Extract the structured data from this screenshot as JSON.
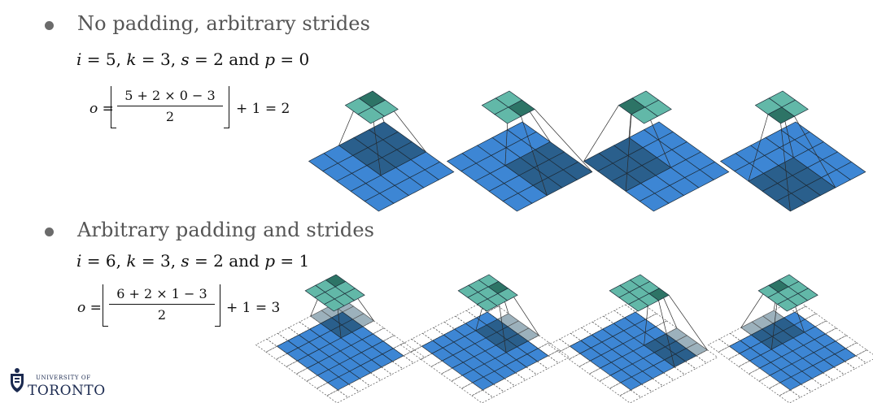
{
  "section1": {
    "heading": "No padding, arbitrary strides",
    "params": {
      "i": "5",
      "k": "3",
      "s": "2",
      "and": "and",
      "p": "0"
    },
    "formula": {
      "lhs": "o =",
      "numerator": "5 + 2 × 0 − 3",
      "denominator": "2",
      "rhs": "+ 1 = 2"
    },
    "diagram": {
      "input_size": 5,
      "kernel": 3,
      "stride": 2,
      "padding": 0,
      "output_size": 2
    }
  },
  "section2": {
    "heading": "Arbitrary padding and strides",
    "params": {
      "i": "6",
      "k": "3",
      "s": "2",
      "and": "and",
      "p": "1"
    },
    "formula": {
      "lhs": "o =",
      "numerator": "6 + 2 × 1 − 3",
      "denominator": "2",
      "rhs": "+ 1 = 3"
    },
    "diagram": {
      "input_size": 6,
      "kernel": 3,
      "stride": 2,
      "padding": 1,
      "output_size": 3
    }
  },
  "colors": {
    "input": "#3d86d4",
    "input_active": "#2a5f8c",
    "output": "#62b8a8",
    "output_active": "#2d7466",
    "padding_active": "#9cb1bc",
    "grid_line": "#1c2a36"
  },
  "logo": {
    "university_of": "UNIVERSITY OF",
    "name": "TORONTO",
    "icon": "crest-icon"
  }
}
